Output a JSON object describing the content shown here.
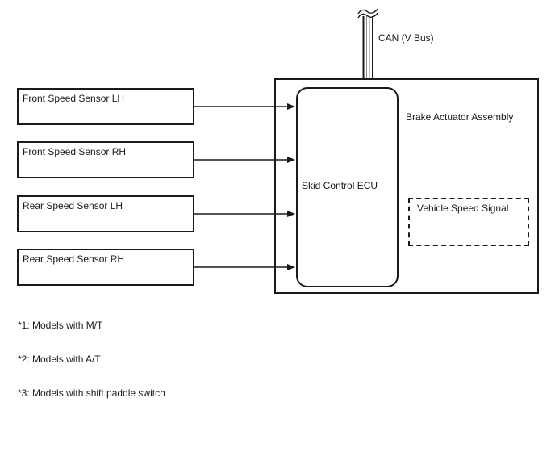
{
  "diagram": {
    "can_bus_label": "CAN (V Bus)",
    "assembly_label": "Brake Actuator Assembly",
    "ecu_label": "Skid Control ECU",
    "vehicle_speed_signal_label": "Vehicle Speed Signal",
    "sensors": [
      {
        "label": "Front Speed Sensor LH"
      },
      {
        "label": "Front Speed Sensor RH"
      },
      {
        "label": "Rear Speed Sensor LH"
      },
      {
        "label": "Rear Speed Sensor RH"
      }
    ],
    "footnotes": [
      "*1: Models with M/T",
      "*2: Models with A/T",
      "*3: Models with shift paddle switch"
    ],
    "colors": {
      "line": "#1a1a1a",
      "text": "#1a1a1a",
      "background": "#ffffff",
      "bus_inner_line": "#8a8a8a"
    }
  }
}
